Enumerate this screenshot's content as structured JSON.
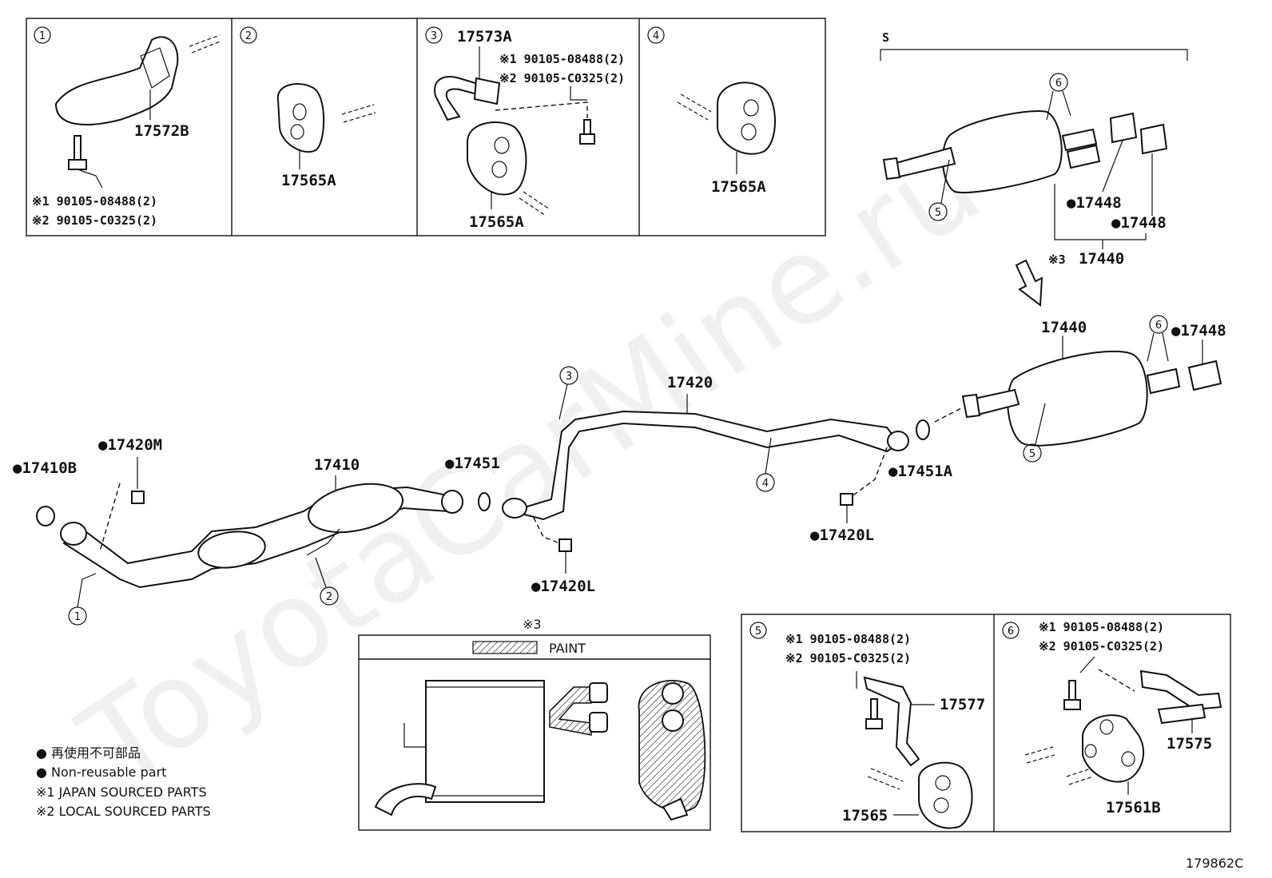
{
  "watermark": "ToyotaCarMine.ru",
  "diagram_code": "179862C",
  "detail_boxes": [
    {
      "num": "1",
      "parts": [
        "17572B"
      ],
      "notes": [
        "※1 90105-08488(2)",
        "※2 90105-C0325(2)"
      ]
    },
    {
      "num": "2",
      "parts": [
        "17565A"
      ]
    },
    {
      "num": "3",
      "parts": [
        "17573A",
        "17565A"
      ],
      "notes": [
        "※1 90105-08488(2)",
        "※2 90105-C0325(2)"
      ]
    },
    {
      "num": "4",
      "parts": [
        "17565A"
      ]
    },
    {
      "num": "5",
      "parts": [
        "17577",
        "17565"
      ],
      "notes": [
        "※1 90105-08488(2)",
        "※2 90105-C0325(2)"
      ]
    },
    {
      "num": "6",
      "parts": [
        "17575",
        "17561B"
      ],
      "notes": [
        "※1 90105-08488(2)",
        "※2 90105-C0325(2)"
      ]
    }
  ],
  "main_labels": {
    "p17410B": "●17410B",
    "p17420M": "●17420M",
    "p17410": "17410",
    "p17451": "●17451",
    "p17420L_a": "●17420L",
    "p17420": "17420",
    "p17451A": "●17451A",
    "p17420L_b": "●17420L",
    "p17440": "17440",
    "p17448": "●17448"
  },
  "set_group": {
    "letter": "S",
    "p17448_a": "●17448",
    "p17448_b": "●17448",
    "p17440": "17440",
    "ref": "※3"
  },
  "paint_box": {
    "ref": "※3",
    "legend": "PAINT"
  },
  "legend": [
    "● 再使用不可部品",
    "● Non-reusable part",
    "※1 JAPAN SOURCED PARTS",
    "※2 LOCAL SOURCED PARTS"
  ],
  "callouts": [
    "1",
    "2",
    "3",
    "4",
    "5",
    "6"
  ]
}
